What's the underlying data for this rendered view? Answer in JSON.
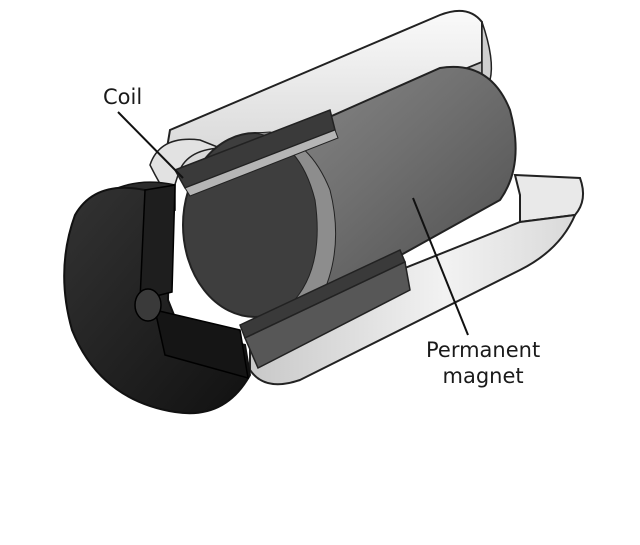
{
  "labels": {
    "coil": "Coil",
    "magnet_line1": "Permanent",
    "magnet_line2": "magnet"
  },
  "colors": {
    "housing_light": "#f4f4f4",
    "housing_mid": "#d6d6d6",
    "housing_dark": "#9a9a9a",
    "coil_dark": "#3a3a3a",
    "core_black": "#1c1c1c",
    "magnet_gray": "#6f6f6f"
  }
}
